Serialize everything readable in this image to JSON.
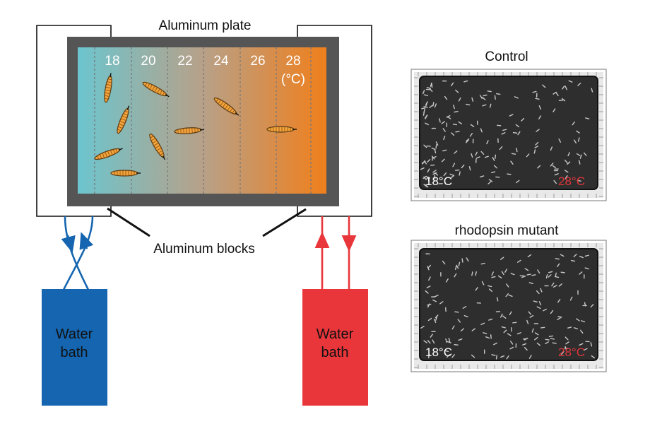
{
  "diagram": {
    "plate_label": "Aluminum plate",
    "blocks_label": "Aluminum blocks",
    "temperatures": [
      "18",
      "20",
      "22",
      "24",
      "26",
      "28"
    ],
    "unit_label": "(°C)",
    "left_bath": {
      "line1": "Water",
      "line2": "bath",
      "color": "#1565b0"
    },
    "right_bath": {
      "line1": "Water",
      "line2": "bath",
      "color": "#e8363b"
    },
    "gradient": {
      "cold": "#6cc5cf",
      "mid": "#b7a189",
      "warm": "#f07f1c"
    }
  },
  "photos": [
    {
      "title": "Control",
      "left_temp": "18°C",
      "right_temp": "28°C"
    },
    {
      "title": "rhodopsin mutant",
      "left_temp": "18°C",
      "right_temp": "28°C"
    }
  ],
  "colors": {
    "plate_border": "#555555",
    "right_temp": "#e0353a",
    "left_temp": "#ffffff"
  }
}
